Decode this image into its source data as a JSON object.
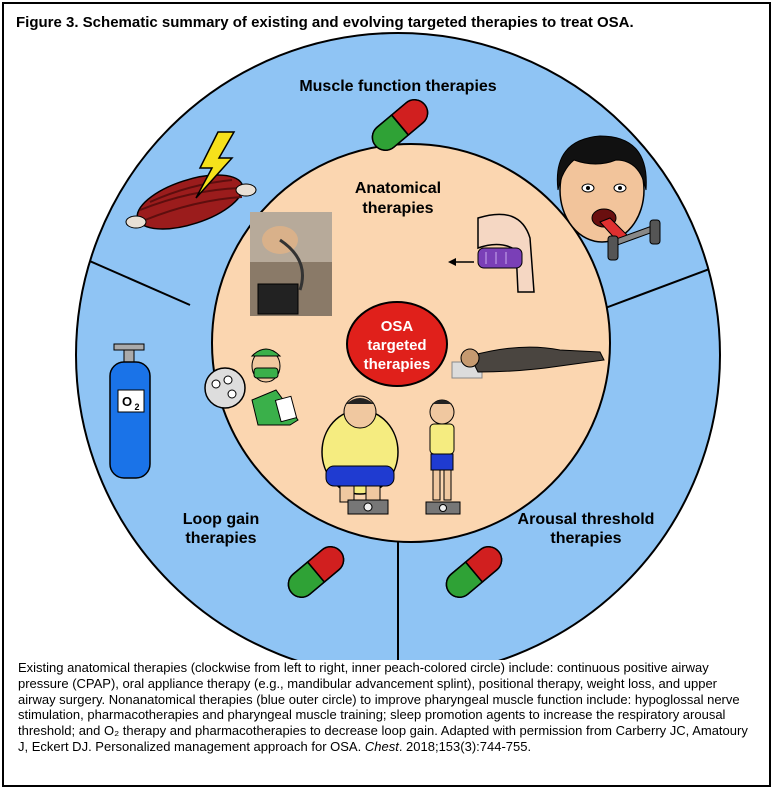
{
  "figure": {
    "title": "Figure 3. Schematic summary of existing and evolving targeted therapies to treat OSA."
  },
  "outer_ring": {
    "top_label": "Muscle function therapies",
    "left_label_line1": "Loop gain",
    "left_label_line2": "therapies",
    "right_label_line1": "Arousal threshold",
    "right_label_line2": "therapies",
    "fill_color": "#8fc4f4"
  },
  "inner_circle": {
    "label_line1": "Anatomical",
    "label_line2": "therapies",
    "fill_color": "#fbd6b0"
  },
  "center": {
    "line1": "OSA",
    "line2": "targeted",
    "line3": "therapies",
    "fill_color": "#e0201b"
  },
  "oxygen_tank": {
    "label_main": "O",
    "label_sub": "2"
  },
  "caption": {
    "text_main": "Existing anatomical therapies (clockwise from left to right, inner peach-colored circle) include: continuous positive airway pressure (CPAP), oral appliance therapy (e.g., mandibular advancement splint), positional therapy, weight loss, and upper airway surgery. Nonanatomical therapies (blue outer circle) to improve pharyngeal muscle function include: hypoglossal nerve stimulation, pharmacotherapies and pharyngeal muscle training; sleep promotion agents to increase the respiratory arousal threshold; and O₂ therapy and pharmacotherapies to decrease loop gain. Adapted with permission from Carberry JC, Amatoury J, Eckert DJ. Personalized management approach for OSA.",
    "journal": "Chest",
    "citation_end": ". 2018;153(3):744-755."
  }
}
